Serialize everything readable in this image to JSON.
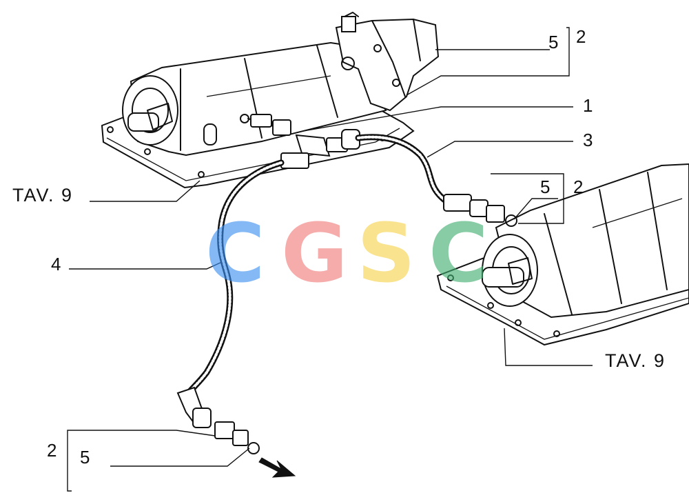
{
  "callouts": {
    "top_2": "2",
    "top_5": "5",
    "label_1": "1",
    "label_3": "3",
    "right_5": "5",
    "right_2": "2",
    "label_4": "4",
    "bottom_2": "2",
    "bottom_5": "5"
  },
  "references": {
    "tav_left": "TAV. 9",
    "tav_right": "TAV. 9"
  },
  "watermark": {
    "letters": [
      "C",
      "G",
      "S",
      "C"
    ],
    "colors": [
      "#3b8ff0",
      "#f07a78",
      "#f6d24a",
      "#3fae6e"
    ]
  }
}
